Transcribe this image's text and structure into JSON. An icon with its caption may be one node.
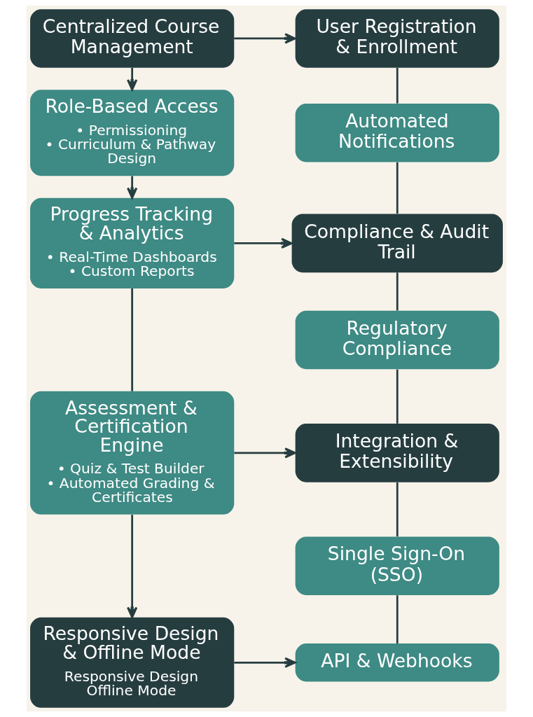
{
  "diagram": {
    "nodes": [
      {
        "text": [
          "Centralized Course Management"
        ]
      },
      {
        "text": [
          "Role-Based Access",
          "• Permissioning",
          "• Curriculum & Pathway Design"
        ]
      },
      {
        "text": [
          "Progress Tracking & Analytics",
          "• Real-Time Dashboards",
          "• Custom Reports"
        ]
      },
      {
        "text": [
          "Assessment & Certification Engine",
          "• Quiz & Test Builder",
          "• Automated Grading & Certificates"
        ]
      },
      {
        "text": [
          "Responsive Design & Offline Mode",
          "Responsive Design",
          "Offline Mode"
        ]
      },
      {
        "text": [
          "User Registration & Enrollment"
        ]
      },
      {
        "text": [
          "Automated Notifications"
        ]
      },
      {
        "text": [
          "Compliance & Audit Trail"
        ]
      },
      {
        "text": [
          "Regulatory Compliance"
        ]
      },
      {
        "text": [
          "Integration & Extensibility"
        ]
      },
      {
        "text": [
          "Single Sign-On (SSO)"
        ]
      },
      {
        "text": [
          "API & Webhooks"
        ]
      }
    ],
    "edges": [
      {
        "from": 0,
        "to": 5,
        "arrow": "to"
      },
      {
        "from": 0,
        "to": 1,
        "arrow": "to"
      },
      {
        "from": 1,
        "to": 2,
        "arrow": "to"
      },
      {
        "from": 2,
        "to": 3,
        "arrow": "none"
      },
      {
        "from": 3,
        "to": 4,
        "arrow": "to"
      },
      {
        "from": 2,
        "to": 7,
        "arrow": "to"
      },
      {
        "from": 3,
        "to": 9,
        "arrow": "to"
      },
      {
        "from": 4,
        "to": 11,
        "arrow": "to"
      },
      {
        "from": 5,
        "to": 6,
        "arrow": "none"
      },
      {
        "from": 6,
        "to": 7,
        "arrow": "none"
      },
      {
        "from": 7,
        "to": 8,
        "arrow": "none"
      },
      {
        "from": 8,
        "to": 9,
        "arrow": "none"
      },
      {
        "from": 9,
        "to": 10,
        "arrow": "none"
      },
      {
        "from": 10,
        "to": 11,
        "arrow": "none"
      }
    ]
  }
}
